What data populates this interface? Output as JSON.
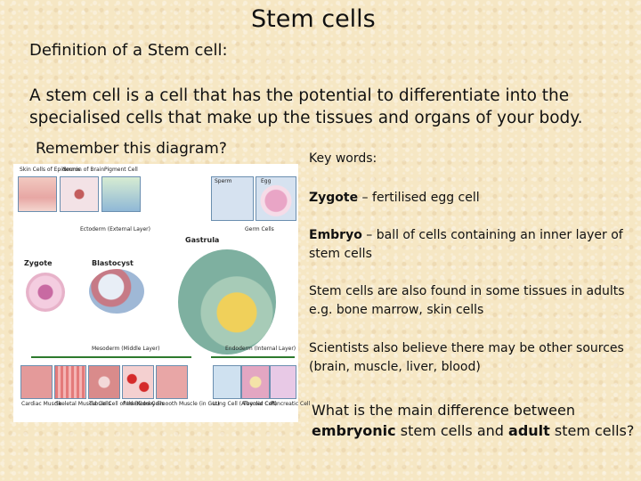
{
  "title": "Stem cells",
  "definition_heading": "Definition of a Stem cell:",
  "definition_text": "A stem cell is a cell that has the potential to differentiate into the specialised cells that make up the tissues and organs of your body.",
  "remember": "Remember this diagram?",
  "key_words_heading": "Key words:",
  "zygote": {
    "term": "Zygote",
    "definition": " – fertilised egg cell"
  },
  "embryo": {
    "term": "Embryo",
    "definition": " – ball of cells containing an inner layer of stem cells"
  },
  "adult_note": "Stem cells are also found in some tissues in adults e.g. bone marrow, skin cells",
  "scientists_note": "Scientists also believe there may be other sources (brain, muscle, liver, blood)",
  "question": {
    "part1": "What is the main difference between ",
    "emph1": "embryonic",
    "part2": " stem cells and ",
    "emph2": "adult",
    "part3": " stem cells?"
  },
  "diagram": {
    "top_labels": [
      "Skin Cells of Epidermis",
      "Neuron of Brain",
      "Pigment Cell"
    ],
    "top_right_labels": [
      "Sperm",
      "Egg"
    ],
    "ectoderm": "Ectoderm (External Layer)",
    "gastrula": "Gastrula",
    "germ_cells": "Germ Cells",
    "zygote": "Zygote",
    "blastocyst": "Blastocyst",
    "mesoderm": "Mesoderm (Middle Layer)",
    "endoderm": "Endoderm (Internal Layer)",
    "bottom_labels": [
      "Cardiac Muscle",
      "Skeletal Muscle Cells",
      "Tubule Cell of the Kidney",
      "Red Blood Cells",
      "Smooth Muscle (in Gut)",
      "Lung Cell (Alveolar Cell)",
      "Thyroid Cell",
      "Pancreatic Cell"
    ]
  }
}
